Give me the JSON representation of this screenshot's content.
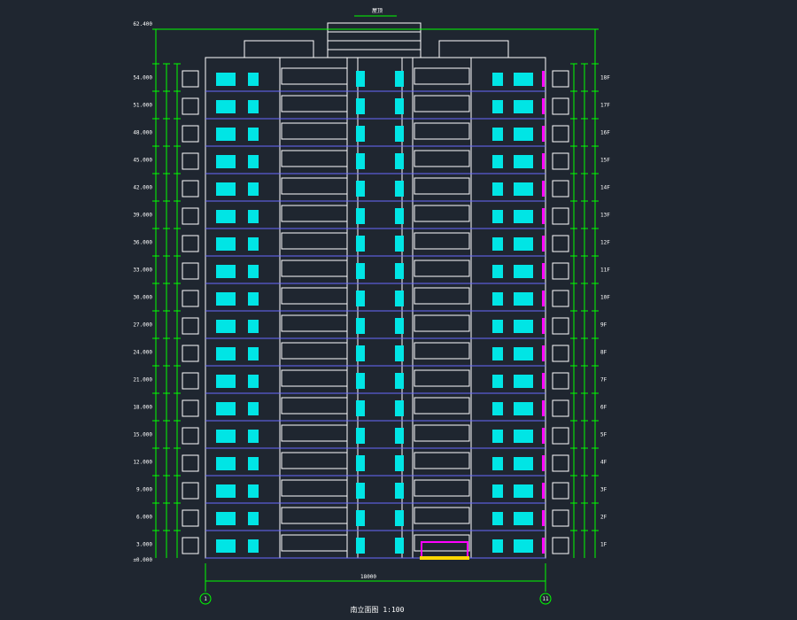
{
  "drawing": {
    "title": "南立面图 1:100",
    "overall_dimension": "18000",
    "grid_axis_left": "1",
    "grid_axis_right": "11",
    "top_level_mark": "62.400",
    "roof_label": "屋顶",
    "floor_count": 18,
    "colors": {
      "background": "#1f2630",
      "dimension": "#00ff00",
      "outline": "#ffffff",
      "window": "#00e5e5",
      "floor_line": "#6a6aff",
      "door": "#ff00ff",
      "step": "#ffd700"
    },
    "left_floor_labels": [
      "54.000",
      "51.000",
      "48.000",
      "45.000",
      "42.000",
      "39.000",
      "36.000",
      "33.000",
      "30.000",
      "27.000",
      "24.000",
      "21.000",
      "18.000",
      "15.000",
      "12.000",
      "9.000",
      "6.000",
      "3.000"
    ],
    "right_floor_labels": [
      "18F",
      "17F",
      "16F",
      "15F",
      "14F",
      "13F",
      "12F",
      "11F",
      "10F",
      "9F",
      "8F",
      "7F",
      "6F",
      "5F",
      "4F",
      "3F",
      "2F",
      "1F"
    ],
    "ground_label": "±0.000"
  }
}
